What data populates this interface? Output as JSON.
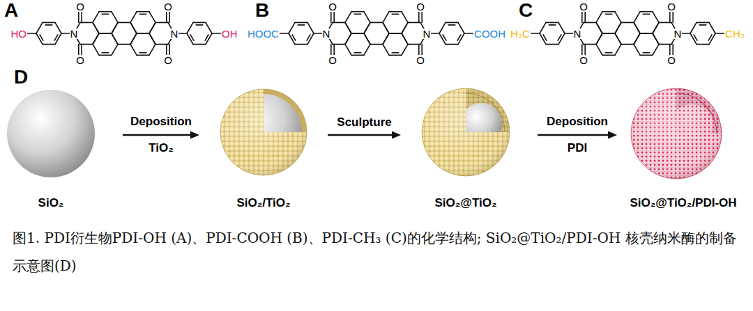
{
  "diagram": {
    "caption": "图1. PDI衍生物PDI-OH (A)、PDI-COOH (B)、PDI-CH₃ (C)的化学结构; SiO₂@TiO₂/PDI-OH 核壳纳米酶的制备示意图(D)",
    "nodes": [
      {
        "text": [
          "SiO₂"
        ]
      },
      {
        "text": [
          "SiO₂/TiO₂"
        ]
      },
      {
        "text": [
          "SiO₂@TiO₂"
        ]
      },
      {
        "text": [
          "SiO₂@TiO₂/PDI-OH"
        ]
      }
    ],
    "edges": [
      {
        "from": 0,
        "to": 1,
        "arrow": "to",
        "label": "Deposition TiO₂"
      },
      {
        "from": 1,
        "to": 2,
        "arrow": "to",
        "label": "Sculpture"
      },
      {
        "from": 2,
        "to": 3,
        "arrow": "to",
        "label": "Deposition PDI"
      }
    ],
    "labels": [
      "A",
      "HO",
      "O",
      "O",
      "N",
      "N",
      "O",
      "O",
      "OH",
      "B",
      "HOOC",
      "O",
      "O",
      "N",
      "N",
      "O",
      "O",
      "COOH",
      "C",
      "H₃C",
      "O",
      "O",
      "N",
      "N",
      "O",
      "O",
      "CH₃",
      "D"
    ]
  }
}
